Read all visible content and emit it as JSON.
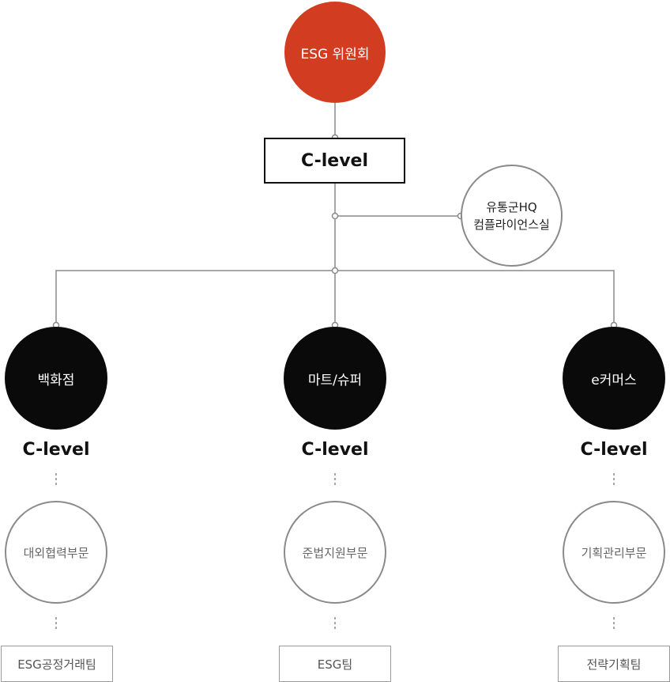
{
  "committee": {
    "label": "ESG 위원회"
  },
  "top_clevel": {
    "label": "C-level"
  },
  "compliance": {
    "line1": "유통군HQ",
    "line2": "컴플라이언스실"
  },
  "divisions": [
    {
      "name": "백화점",
      "clevel": "C-level",
      "department": "대외협력부문",
      "team": "ESG공정거래팀"
    },
    {
      "name": "마트/슈퍼",
      "clevel": "C-level",
      "department": "준법지원부문",
      "team": "ESG팀"
    },
    {
      "name": "e커머스",
      "clevel": "C-level",
      "department": "기획관리부문",
      "team": "전략기획팀"
    }
  ],
  "colors": {
    "committee": "#d23c20",
    "division": "#0a0a0a",
    "line": "#8a8a8a"
  }
}
